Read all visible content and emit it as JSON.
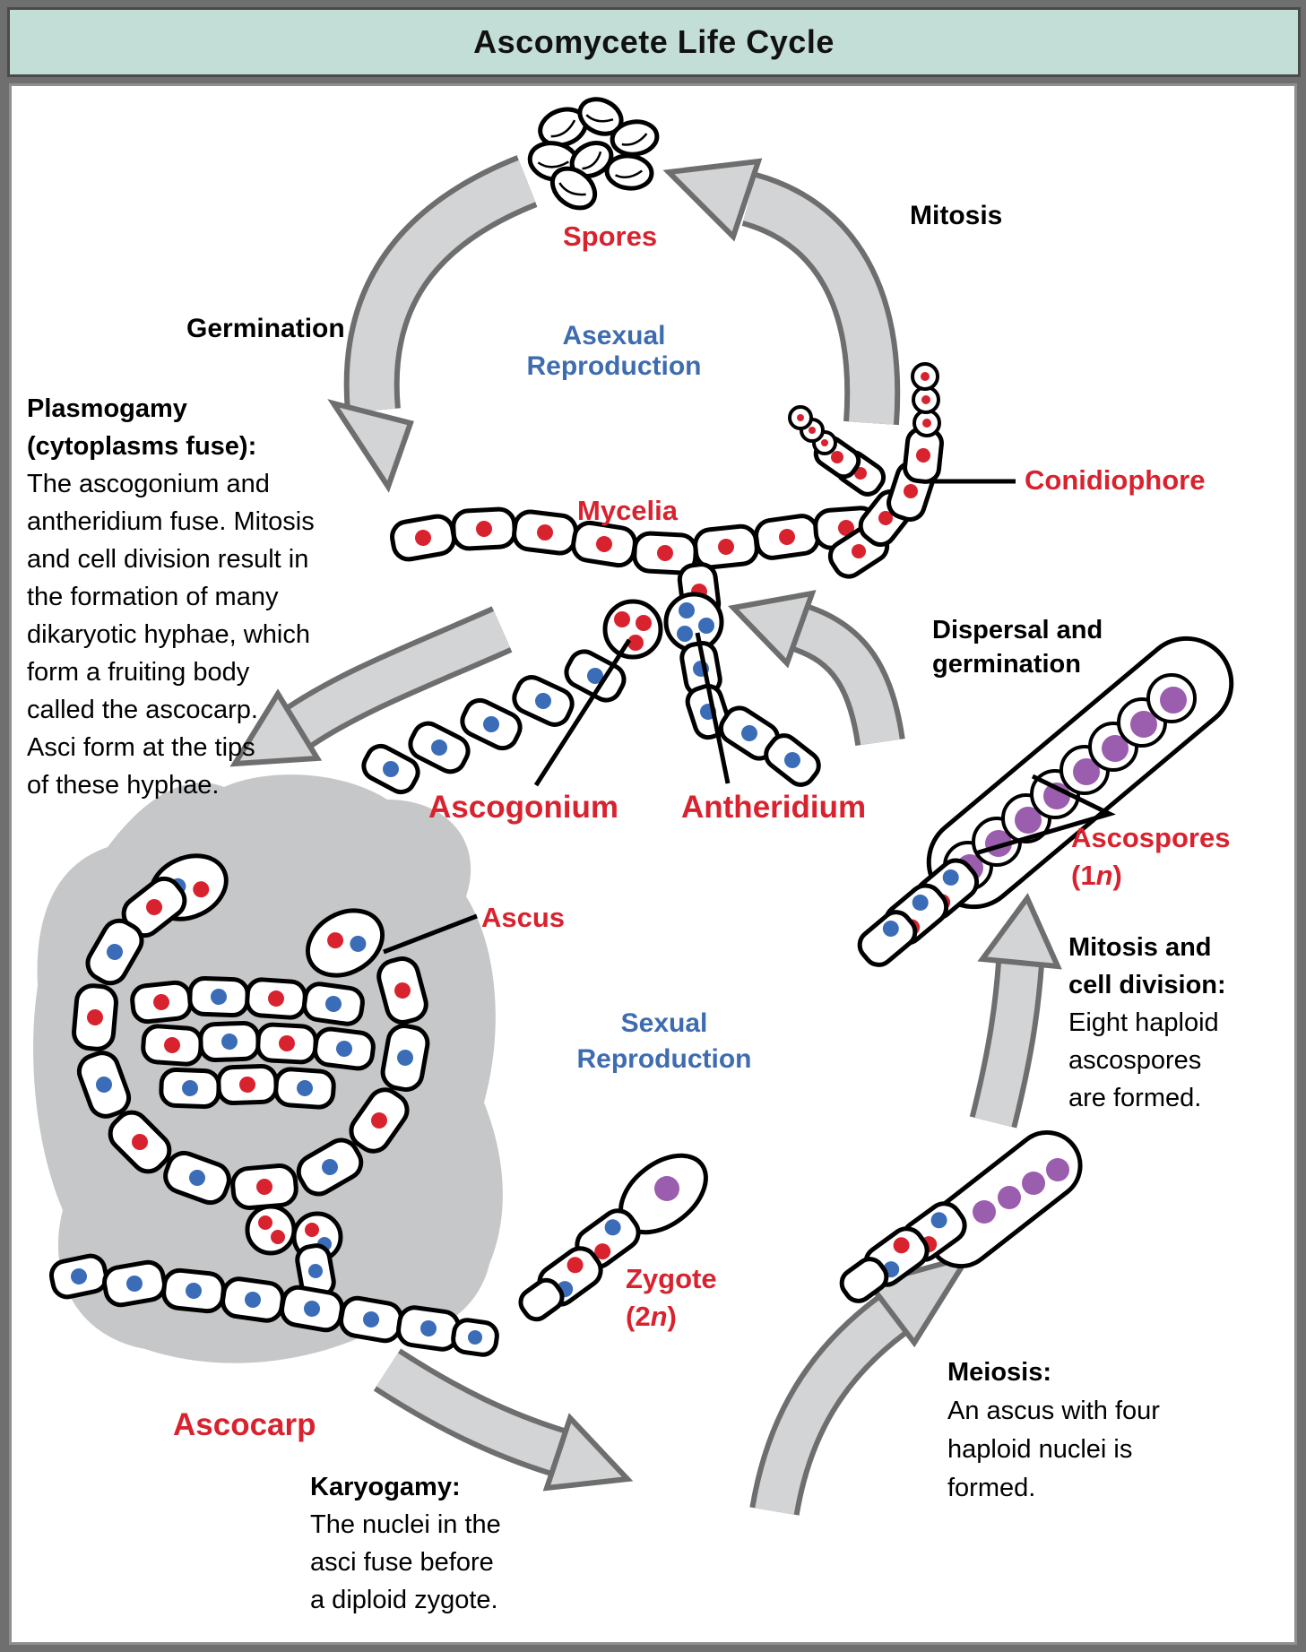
{
  "title": "Ascomycete Life Cycle",
  "colors": {
    "title_bg": "#c3ded6",
    "frame": "#6f6f6f",
    "red_label": "#d8232f",
    "blue_label": "#3e6cb0",
    "red_nucleus": "#d8232f",
    "blue_nucleus": "#3a6cb8",
    "purple_nucleus": "#9b5dad",
    "arrow_fill": "#d3d4d6",
    "arrow_border": "#6e6e6e",
    "ascocarp_gray": "#c6c7c9"
  },
  "labels": {
    "spores": "Spores",
    "asexual_line1": "Asexual",
    "asexual_line2": "Reproduction",
    "germination": "Germination",
    "mitosis": "Mitosis",
    "mycelia": "Mycelia",
    "conidiophore": "Conidiophore",
    "ascogonium": "Ascogonium",
    "antheridium": "Antheridium",
    "ascospores_line1": "Ascospores",
    "ascospores_ploidy_pre": "(1",
    "ploidy_n": "n",
    "ascospores_ploidy_post": ")",
    "ascus": "Ascus",
    "sexual_line1": "Sexual",
    "sexual_line2": "Reproduction",
    "ascocarp": "Ascocarp",
    "zygote_line1": "Zygote",
    "zygote_ploidy_pre": "(2",
    "zygote_ploidy_post": ")"
  },
  "text_blocks": {
    "plasmogamy": {
      "lines": [
        "Plasmogamy",
        "(cytoplasms fuse):",
        "The ascogonium and",
        "antheridium fuse. Mitosis",
        "and cell division result in",
        "the formation of many",
        "dikaryotic hyphae, which",
        "form a fruiting body",
        "called the ascocarp.",
        "Asci form at the tips",
        "of these hyphae."
      ]
    },
    "dispersal": {
      "lines": [
        "Dispersal and",
        "germination"
      ]
    },
    "mitosis_division": {
      "lines": [
        "Mitosis and",
        "cell division:",
        "Eight haploid",
        "ascospores",
        "are formed."
      ]
    },
    "meiosis": {
      "lines": [
        "Meiosis:",
        "An ascus with four",
        "haploid nuclei is",
        "formed."
      ]
    },
    "karyogamy": {
      "lines": [
        "Karyogamy:",
        "The nuclei in the",
        "asci fuse before",
        "a diploid zygote."
      ]
    }
  }
}
